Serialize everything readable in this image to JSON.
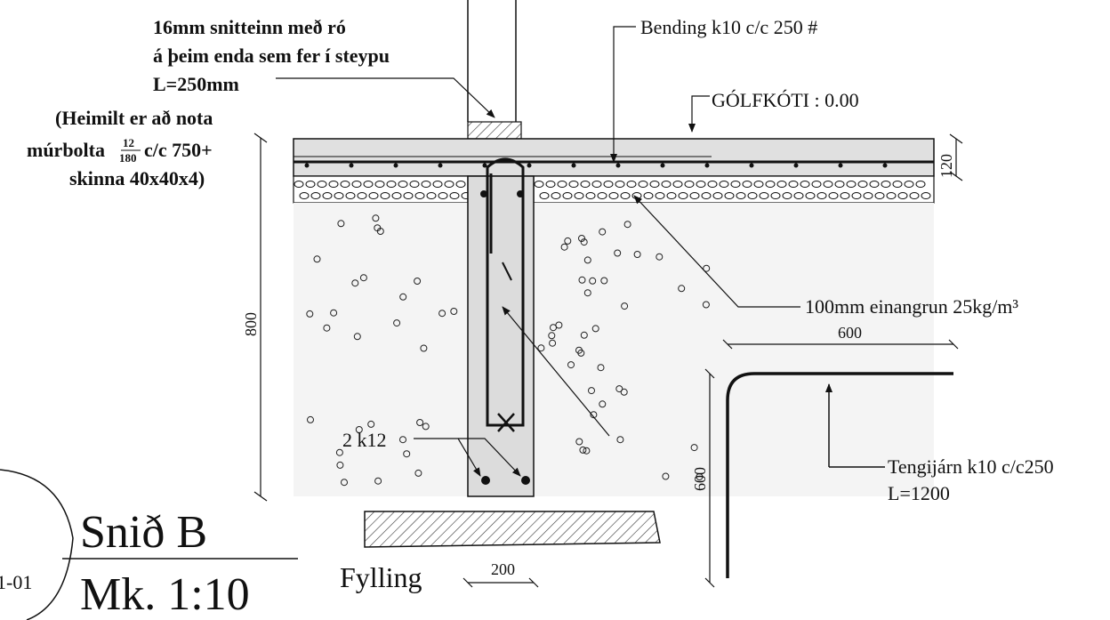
{
  "colors": {
    "ink": "#111111",
    "concrete": "#dcdcdc",
    "insulation": "#ffffff",
    "fill_hatch": "#222222"
  },
  "annotations": {
    "bolt_line1": "16mm snitteinn með ró",
    "bolt_line2": "á þeim enda sem fer í steypu",
    "bolt_line3": "L=250mm",
    "alt_line1": "(Heimilt er að nota",
    "alt_line2_a": "múrbolta",
    "alt_frac_num": "12",
    "alt_frac_den": "180",
    "alt_line2_b": "c/c 750+",
    "alt_line3": "skinna 40x40x4)",
    "rebar_label": "Bending k10 c/c 250 #",
    "floor_level": "GÓLFKÓTI : 0.00",
    "insulation": "100mm einangrun 25kg/m³",
    "bars_label": "2 k12",
    "tie_bar_line1": "Tengijárn k10 c/c250",
    "tie_bar_line2": "L=1200",
    "fill_label": "Fylling"
  },
  "dimensions": {
    "slab": "120",
    "foundation_height": "800",
    "tie_horizontal": "600",
    "tie_vertical": "600",
    "wall_width": "200"
  },
  "title_block": {
    "title": "Snið B",
    "scale": "Mk. 1:10",
    "sheet": "1-01"
  }
}
